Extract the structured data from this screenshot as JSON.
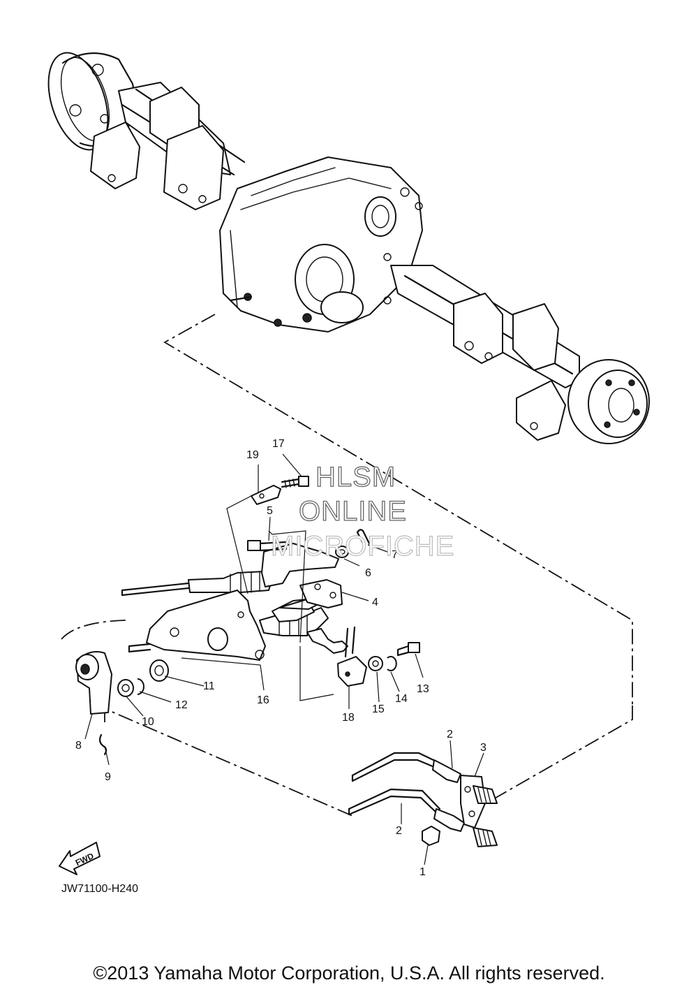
{
  "callouts": [
    {
      "num": "1"
    },
    {
      "num": "2"
    },
    {
      "num": "2"
    },
    {
      "num": "3"
    },
    {
      "num": "4"
    },
    {
      "num": "5"
    },
    {
      "num": "6"
    },
    {
      "num": "7"
    },
    {
      "num": "8"
    },
    {
      "num": "9"
    },
    {
      "num": "10"
    },
    {
      "num": "11"
    },
    {
      "num": "12"
    },
    {
      "num": "13"
    },
    {
      "num": "14"
    },
    {
      "num": "15"
    },
    {
      "num": "16"
    },
    {
      "num": "17"
    },
    {
      "num": "18"
    },
    {
      "num": "19"
    }
  ],
  "watermark": {
    "line1": "HLSM",
    "line2": "ONLINE",
    "line3": "MICROFICHE"
  },
  "fwd_label": "FWD",
  "ref_code": "JW71100-H240",
  "copyright": "©2013 Yamaha Motor Corporation, U.S.A. All rights reserved."
}
